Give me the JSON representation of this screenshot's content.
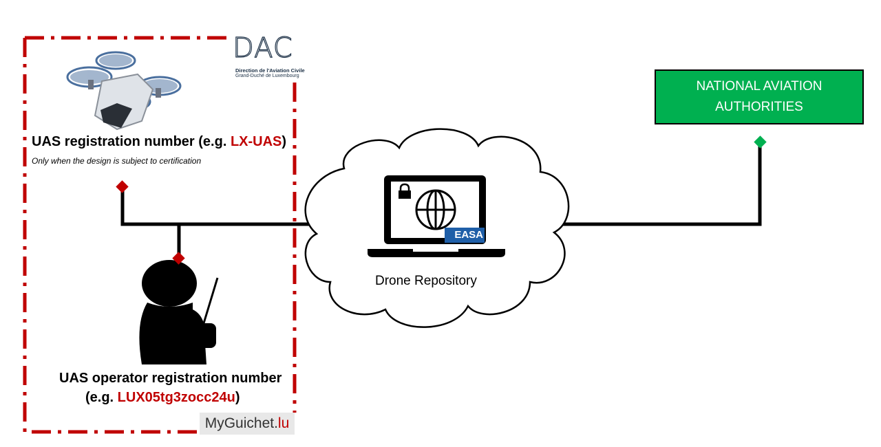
{
  "left_panel": {
    "dac_logo": {
      "letters": "DAC",
      "subtitle_line1": "Direction de l'Aviation Civile",
      "subtitle_line2": "Grand-Duché de Luxembourg"
    },
    "uas_registration": {
      "label_prefix": "UAS registration number (e.g. ",
      "example": "LX-UAS",
      "label_suffix": ")",
      "note": "Only when the design is subject to certification"
    },
    "operator_registration": {
      "line1": "UAS operator registration number",
      "line2_prefix": "(e.g. ",
      "example": "LUX05tg3zocc24u",
      "line2_suffix": ")"
    },
    "myguichet": {
      "name": "MyGuichet.",
      "tld": "lu"
    }
  },
  "repository": {
    "label": "Drone Repository",
    "badge": "EASA"
  },
  "authorities": {
    "label": "NATIONAL AVIATION AUTHORITIES"
  },
  "colors": {
    "accent_red": "#c00000",
    "green": "#00b050",
    "green_marker": "#00b050",
    "line": "#000000"
  },
  "icons": [
    "drone-icon",
    "operator-silhouette-icon",
    "laptop-icon",
    "lock-icon",
    "globe-icon",
    "cloud-icon",
    "diamond-marker-icon"
  ]
}
